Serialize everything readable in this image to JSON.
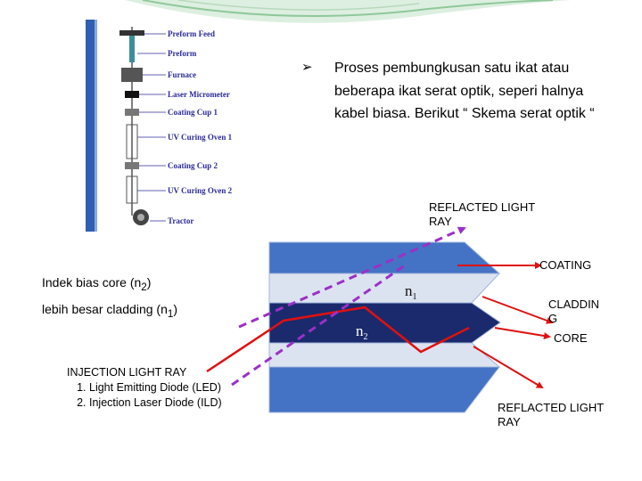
{
  "tower": {
    "labels": [
      "Preform Feed",
      "Preform",
      "Furnace",
      "Laser Micrometer",
      "Coating Cup 1",
      "UV Curing Oven 1",
      "Coating Cup 2",
      "UV Curing Oven 2",
      "Tractor"
    ]
  },
  "bullet": {
    "text": "Proses pembungkusan satu ikat  atau beberapa ikat serat optik, seperi halnya kabel biasa. Berikut  “ Skema serat optik “"
  },
  "index_note": {
    "line1_pre": "Indek bias core (n",
    "line1_sub": "2",
    "line1_post": ")",
    "line2_pre": "lebih besar cladding (n",
    "line2_sub": "1",
    "line2_post": ")"
  },
  "injection": {
    "title": "INJECTION  LIGHT RAY",
    "items": [
      "Light Emitting Diode (LED)",
      "Injection Laser Diode (ILD)"
    ]
  },
  "fiber": {
    "reflacted_top_line1": "REFLACTED  LIGHT",
    "reflacted_top_line2": "RAY",
    "coating": "COATING",
    "cladding_line1": "CLADDIN",
    "cladding_line2": "G",
    "core": "CORE",
    "reflacted_bottom_line1": "REFLACTED  LIGHT",
    "reflacted_bottom_line2": "RAY",
    "n1_base": "n",
    "n1_sub": "1",
    "n2_base": "n",
    "n2_sub": "2"
  },
  "colors": {
    "coating": "#4472c4",
    "cladding": "#dce3f0",
    "core": "#1a2a6c",
    "red_arrow": "#e01010",
    "purple_dash": "#9b30c8",
    "tower_label": "#2b2b99",
    "swoosh": "#8fc89a"
  }
}
